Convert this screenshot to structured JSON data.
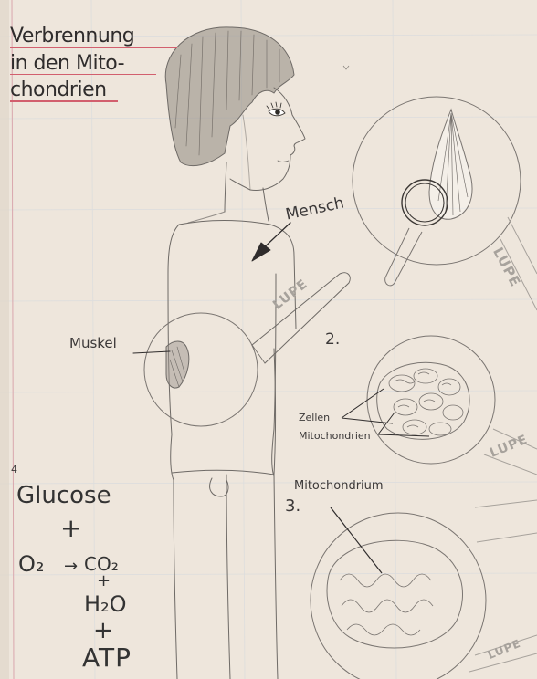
{
  "title_lines": [
    "Verbrennung",
    "in den Mito-",
    "chondrien"
  ],
  "labels": {
    "mensch": "Mensch",
    "muskel": "Muskel",
    "zellen": "Zellen",
    "mitochondrien": "Mitochondrien",
    "mitochondrium": "Mitochondrium"
  },
  "step_numbers": {
    "two": "2.",
    "three": "3.",
    "four": "4"
  },
  "lupe": [
    "LUPE",
    "LUPE",
    "LUPE",
    "LUPE"
  ],
  "equation": {
    "glucose": "Glucose",
    "plus1": "+",
    "o2": "O₂",
    "arrow": "→",
    "co2": "CO₂",
    "plus2": "+",
    "h2o": "H₂O",
    "plus3": "+",
    "atp": "ATP"
  },
  "colors": {
    "paper": "#eee6dc",
    "pencil": "#6e6a66",
    "margin_line": "#d9a7ad",
    "grid_line": "#cfd6df",
    "title_underline": "#d25f6e"
  }
}
